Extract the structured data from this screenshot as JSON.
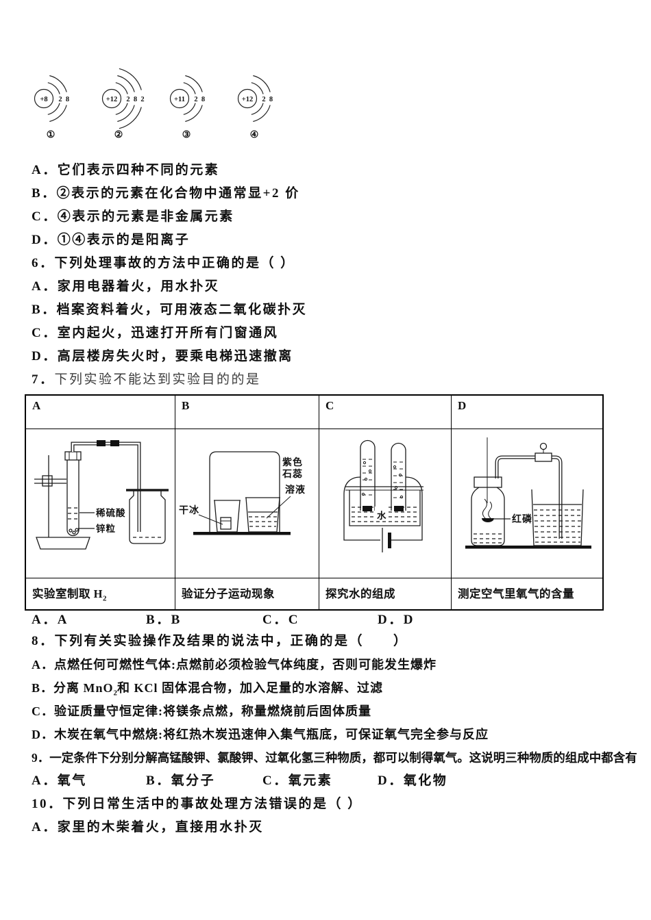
{
  "page": {
    "background": "#ffffff",
    "text_color": "#101010",
    "muted_color": "#3d3d3d"
  },
  "atom_diagrams": {
    "items": [
      {
        "label": "①",
        "charge": "+8",
        "shells": [
          "2",
          "8"
        ]
      },
      {
        "label": "②",
        "charge": "+12",
        "shells": [
          "2",
          "8",
          "2"
        ]
      },
      {
        "label": "③",
        "charge": "+11",
        "shells": [
          "2",
          "8"
        ]
      },
      {
        "label": "④",
        "charge": "+12",
        "shells": [
          "2",
          "8"
        ]
      }
    ]
  },
  "q5": {
    "options": [
      "A．它们表示四种不同的元素",
      "B．②表示的元素在化合物中通常显+2 价",
      "C．④表示的元素是非金属元素",
      "D．①④表示的是阳离子"
    ]
  },
  "q6": {
    "stem": "6．下列处理事故的方法中正确的是（ ）",
    "options": [
      "A．家用电器着火，用水扑灭",
      "B．档案资料着火，可用液态二氧化碳扑灭",
      "C．室内起火，迅速打开所有门窗通风",
      "D．高层楼房失火时，要乘电梯迅速撤离"
    ]
  },
  "q7": {
    "num": "7．",
    "text": "下列实验不能达到实验目的的是",
    "answers": [
      "A．A",
      "B．B",
      "C．C",
      "D．D"
    ]
  },
  "experiment_table": {
    "headers": [
      "A",
      "B",
      "C",
      "D"
    ],
    "captions": {
      "a_pre": "实验室制取 H",
      "a_sub": "2",
      "b": "验证分子运动现象",
      "c": "探究水的组成",
      "d": "测定空气里氧气的含量"
    },
    "diagram_labels": {
      "a": {
        "acid": "稀硫酸",
        "zinc": "锌粒"
      },
      "b": {
        "dry_ice": "干冰",
        "litmus": [
          "紫色",
          "石蕊",
          "溶液"
        ]
      },
      "c": {
        "water": "水"
      },
      "d": {
        "red_phosphorus": "红磷"
      }
    }
  },
  "q8": {
    "stem": "8．下列有关实验操作及结果的说法中，正确的是（　　）",
    "option_a": "A．点燃任何可燃性气体:点燃前必须检验气体纯度，否则可能发生爆炸",
    "option_b_pre": "B．分离 MnO",
    "option_b_sub": "2",
    "option_b_post": "和 KCl 固体混合物，加入足量的水溶解、过滤",
    "option_c": "C．验证质量守恒定律:将镁条点燃，称量燃烧前后固体质量",
    "option_d": "D．木炭在氧气中燃烧:将红热木炭迅速伸入集气瓶底，可保证氧气完全参与反应"
  },
  "q9": {
    "stem": "9．一定条件下分别分解高锰酸钾、氯酸钾、过氧化氢三种物质，都可以制得氧气。这说明三种物质的组成中都含有",
    "options": [
      "A．氧气",
      "B．氧分子",
      "C．氧元素",
      "D．氧化物"
    ]
  },
  "q10": {
    "stem": "10．下列日常生活中的事故处理方法错误的是（ ）",
    "option_a": "A．家里的木柴着火，直接用水扑灭"
  }
}
